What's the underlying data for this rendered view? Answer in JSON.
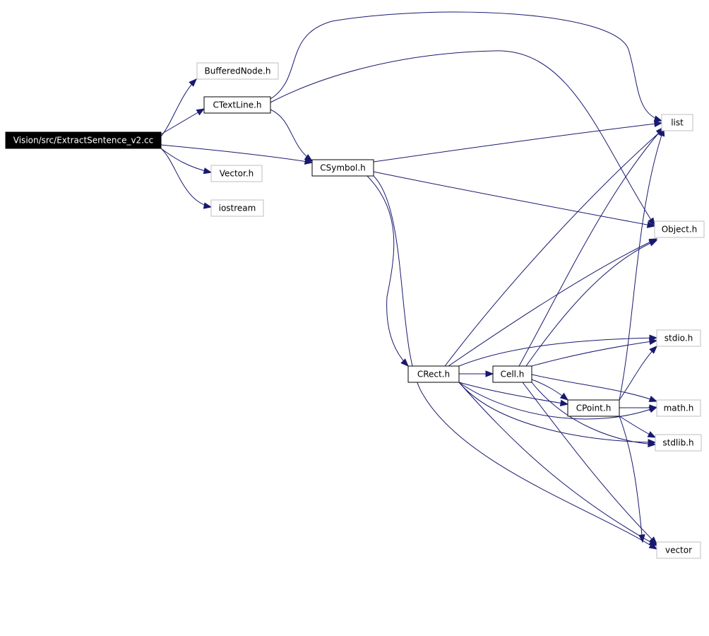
{
  "colors": {
    "edge": "#191970",
    "root_fill": "#000000",
    "root_text": "#ffffff",
    "documented_border": "#000000",
    "external_border": "#bfbfbf"
  },
  "nodes": {
    "root": {
      "label": "Vision/src/ExtractSentence_v2.cc",
      "kind": "root"
    },
    "bufferednode": {
      "label": "BufferedNode.h",
      "kind": "external"
    },
    "ctextline": {
      "label": "CTextLine.h",
      "kind": "documented"
    },
    "vector_h": {
      "label": "Vector.h",
      "kind": "external"
    },
    "iostream": {
      "label": "iostream",
      "kind": "external"
    },
    "csymbol": {
      "label": "CSymbol.h",
      "kind": "documented"
    },
    "list": {
      "label": "list",
      "kind": "external"
    },
    "object": {
      "label": "Object.h",
      "kind": "external"
    },
    "stdio": {
      "label": "stdio.h",
      "kind": "external"
    },
    "crect": {
      "label": "CRect.h",
      "kind": "documented"
    },
    "cell": {
      "label": "Cell.h",
      "kind": "documented"
    },
    "math": {
      "label": "math.h",
      "kind": "external"
    },
    "cpoint": {
      "label": "CPoint.h",
      "kind": "documented"
    },
    "stdlib": {
      "label": "stdlib.h",
      "kind": "external"
    },
    "vector": {
      "label": "vector",
      "kind": "external"
    }
  },
  "edges": [
    {
      "from": "root",
      "to": "bufferednode"
    },
    {
      "from": "root",
      "to": "ctextline"
    },
    {
      "from": "root",
      "to": "csymbol"
    },
    {
      "from": "root",
      "to": "vector_h"
    },
    {
      "from": "root",
      "to": "iostream"
    },
    {
      "from": "ctextline",
      "to": "list"
    },
    {
      "from": "ctextline",
      "to": "object"
    },
    {
      "from": "ctextline",
      "to": "csymbol"
    },
    {
      "from": "csymbol",
      "to": "list"
    },
    {
      "from": "csymbol",
      "to": "object"
    },
    {
      "from": "csymbol",
      "to": "crect"
    },
    {
      "from": "csymbol",
      "to": "vector"
    },
    {
      "from": "crect",
      "to": "cell"
    },
    {
      "from": "crect",
      "to": "list"
    },
    {
      "from": "crect",
      "to": "object"
    },
    {
      "from": "crect",
      "to": "stdio"
    },
    {
      "from": "crect",
      "to": "cpoint"
    },
    {
      "from": "crect",
      "to": "math"
    },
    {
      "from": "crect",
      "to": "stdlib"
    },
    {
      "from": "crect",
      "to": "vector"
    },
    {
      "from": "cell",
      "to": "list"
    },
    {
      "from": "cell",
      "to": "object"
    },
    {
      "from": "cell",
      "to": "stdio"
    },
    {
      "from": "cell",
      "to": "cpoint"
    },
    {
      "from": "cell",
      "to": "math"
    },
    {
      "from": "cell",
      "to": "stdlib"
    },
    {
      "from": "cell",
      "to": "vector"
    },
    {
      "from": "cpoint",
      "to": "list"
    },
    {
      "from": "cpoint",
      "to": "stdio"
    },
    {
      "from": "cpoint",
      "to": "math"
    },
    {
      "from": "cpoint",
      "to": "stdlib"
    },
    {
      "from": "cpoint",
      "to": "vector"
    }
  ]
}
